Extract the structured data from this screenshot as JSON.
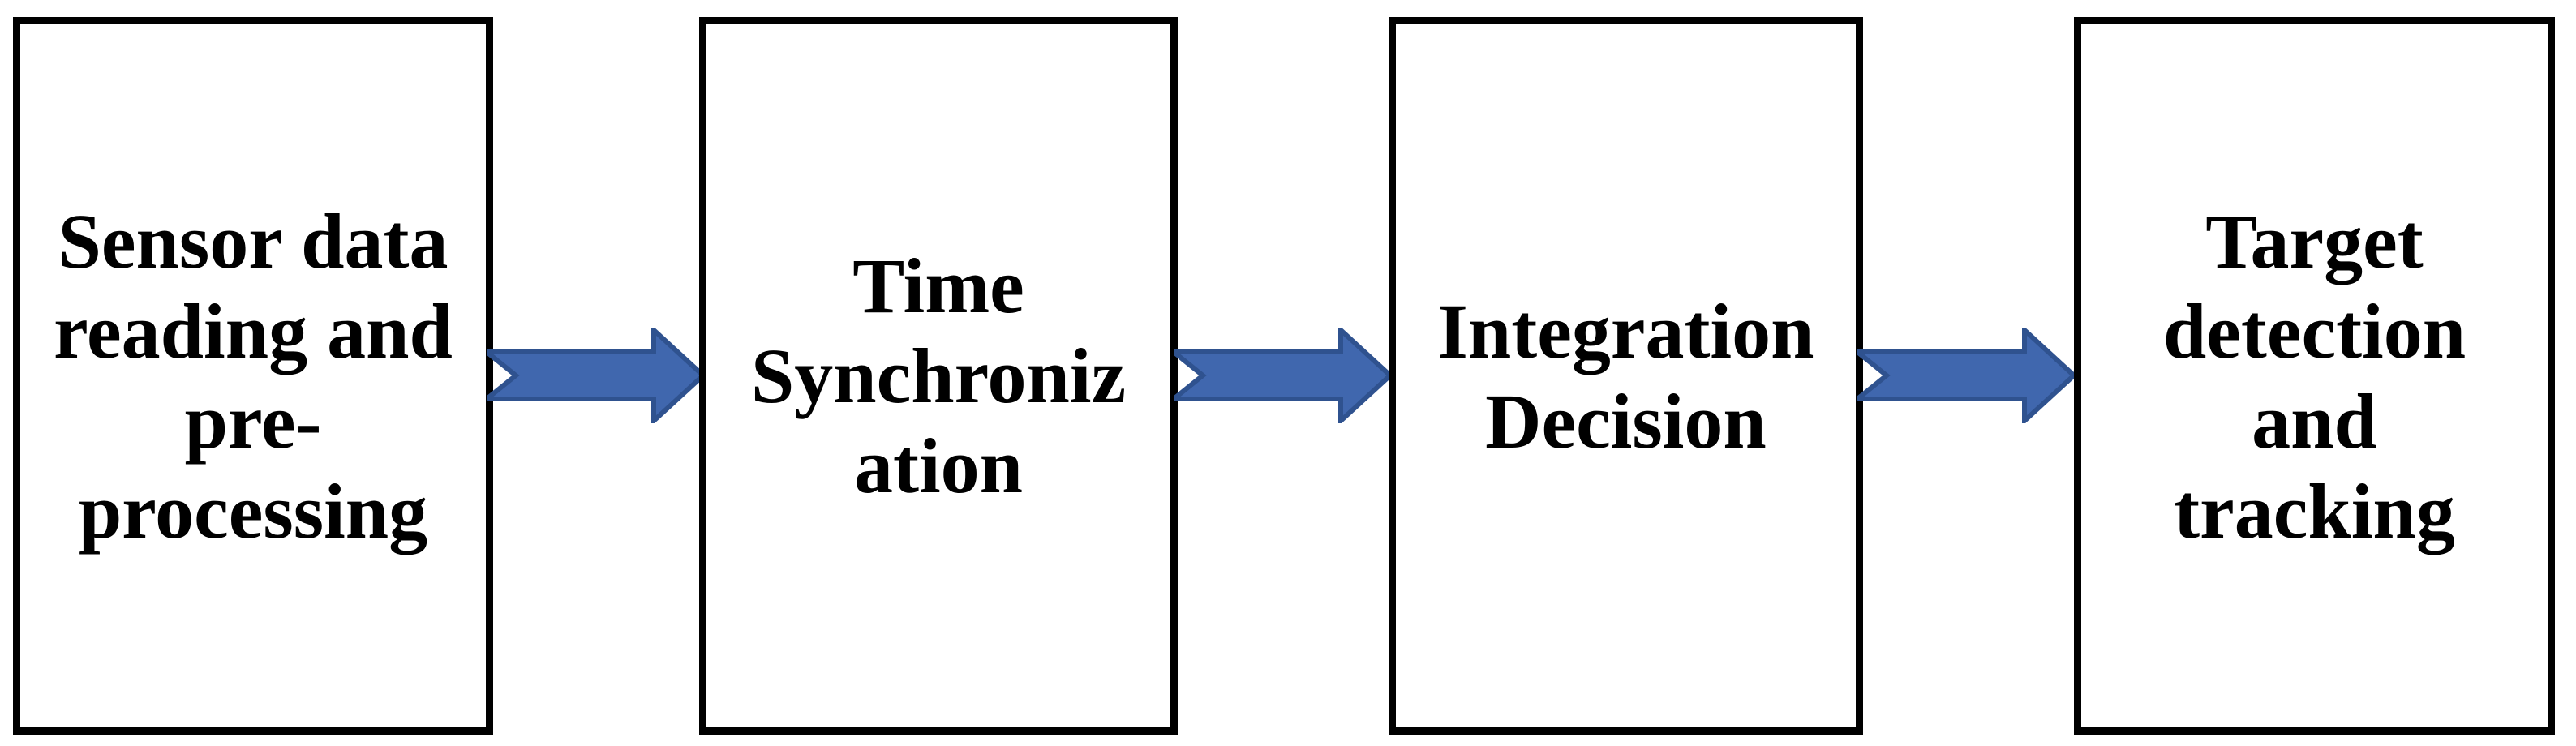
{
  "diagram": {
    "colors": {
      "background": "#FFFFFF",
      "box_border": "#000000",
      "text": "#000000",
      "arrow_fill": "#4067AE",
      "arrow_stroke": "#2F528F"
    },
    "boxes": [
      {
        "label": "Sensor data reading and pre-processing",
        "lines": [
          "Sensor data",
          "reading and",
          "pre-",
          "processing"
        ]
      },
      {
        "label": "Time Synchronization",
        "lines": [
          "Time",
          "Synchroniz",
          "ation"
        ]
      },
      {
        "label": "Integration Decision",
        "lines": [
          "Integration",
          "Decision"
        ]
      },
      {
        "label": "Target detection and tracking",
        "lines": [
          "Target",
          "detection",
          "and",
          "tracking"
        ]
      }
    ],
    "arrows": [
      {
        "name": "arrow-step1-to-step2"
      },
      {
        "name": "arrow-step2-to-step3"
      },
      {
        "name": "arrow-step3-to-step4"
      }
    ]
  }
}
